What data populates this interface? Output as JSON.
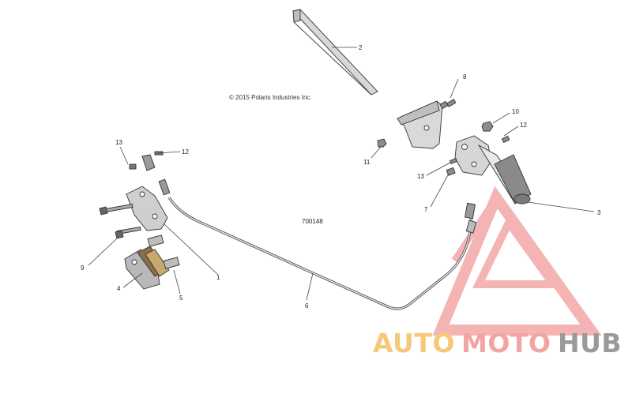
{
  "diagram": {
    "copyright": "© 2015 Polaris Industries Inc.",
    "figure_number": "700148",
    "callouts": [
      "1",
      "2",
      "3",
      "4",
      "5",
      "6",
      "7",
      "8",
      "9",
      "10",
      "11",
      "12",
      "12",
      "13",
      "13"
    ]
  },
  "watermark": {
    "text_auto": "AUTO",
    "text_moto": "MOTO",
    "text_hub": "HUB",
    "colors": {
      "auto": "#f5c97a",
      "moto": "#f4a3a3",
      "hub": "#9a9a9a",
      "logo": "#f29b9b"
    }
  }
}
